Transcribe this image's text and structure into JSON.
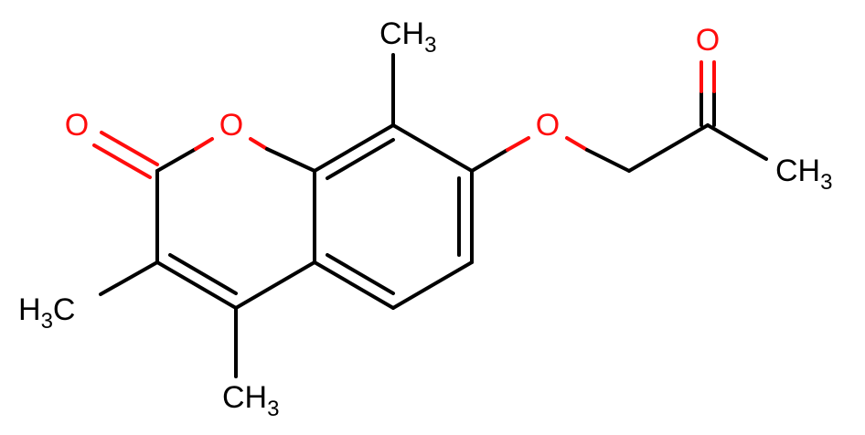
{
  "molecule": {
    "atoms": {
      "oxo_o": "O",
      "ring_o": "O",
      "ether_o": "O",
      "ketone_o": "O",
      "me8": {
        "main": "CH",
        "sub": "3"
      },
      "me_ketone": {
        "main": "CH",
        "sub": "3"
      },
      "me3": {
        "main": "H",
        "sub": "3",
        "tail": "C"
      },
      "me4": {
        "main": "CH",
        "sub": "3"
      }
    }
  },
  "colors": {
    "carbon": "#000000",
    "oxygen": "#ff0d0d",
    "background": "#ffffff"
  }
}
